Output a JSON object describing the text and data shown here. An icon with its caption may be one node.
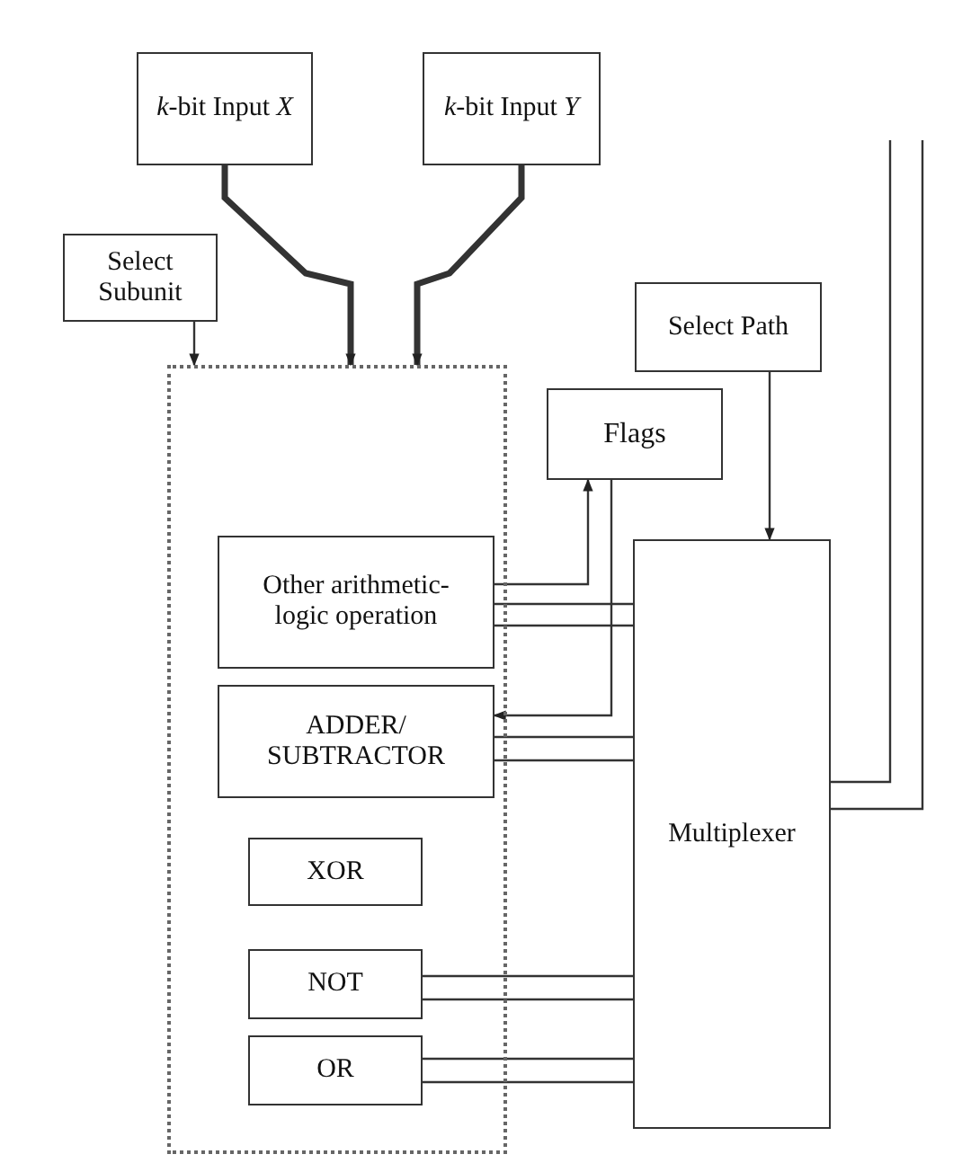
{
  "diagram": {
    "nodes": [
      {
        "text": [
          "*k*-bit Input *X*"
        ]
      },
      {
        "text": [
          "*k*-bit Input *Y*"
        ]
      },
      {
        "text": [
          "Select Subunit"
        ]
      },
      {
        "text": [],
        "shape": "box"
      },
      {
        "text": [
          "Select Path"
        ]
      },
      {
        "text": [
          "Flags"
        ]
      },
      {
        "text": [
          "Other arithmetic-logic operation"
        ],
        "in": 3
      },
      {
        "text": [
          "ADDER/ SUBTRACTOR"
        ],
        "in": 3
      },
      {
        "text": [
          "XOR"
        ],
        "in": 3
      },
      {
        "text": [
          "Multiplexer"
        ]
      },
      {
        "text": [
          "NOT"
        ],
        "in": 3
      },
      {
        "text": [
          "OR"
        ],
        "in": 3
      }
    ],
    "edges": [
      {
        "from": 0,
        "to": 3,
        "arrow": "to",
        "style": "thick"
      },
      {
        "from": 1,
        "to": 3,
        "arrow": "to",
        "style": "thick"
      },
      {
        "from": 2,
        "to": 3,
        "arrow": "to"
      },
      {
        "from": 4,
        "to": 9,
        "arrow": "to"
      },
      {
        "from": 6,
        "to": 5,
        "arrow": "to"
      },
      {
        "from": 5,
        "to": 7,
        "arrow": "to"
      },
      {
        "from": 6,
        "to": 9,
        "arrow": "none"
      },
      {
        "from": 6,
        "to": 9,
        "arrow": "none"
      },
      {
        "from": 7,
        "to": 9,
        "arrow": "none"
      },
      {
        "from": 7,
        "to": 9,
        "arrow": "none"
      },
      {
        "from": 10,
        "to": 9,
        "arrow": "none"
      },
      {
        "from": 10,
        "to": 9,
        "arrow": "none"
      },
      {
        "from": 11,
        "to": 9,
        "arrow": "none"
      },
      {
        "from": 11,
        "to": 9,
        "arrow": "none"
      },
      {
        "from": 9,
        "to": null,
        "arrow": "none"
      },
      {
        "from": 9,
        "to": null,
        "arrow": "none"
      }
    ]
  }
}
